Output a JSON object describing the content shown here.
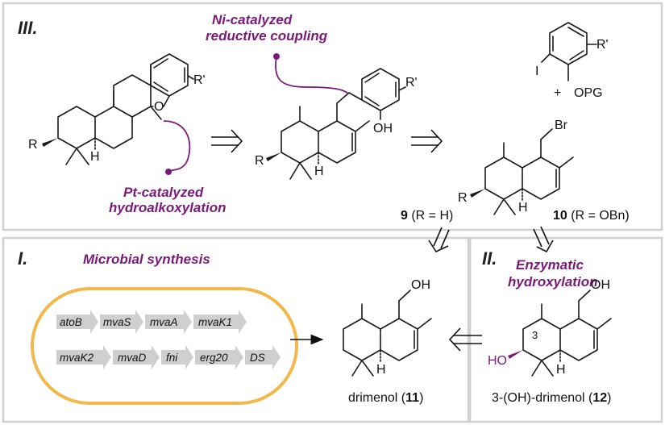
{
  "panels": {
    "p3": {
      "label": "III."
    },
    "p1": {
      "label": "I."
    },
    "p2": {
      "label": "II."
    }
  },
  "annotations": {
    "ni_line1": "Ni-catalyzed",
    "ni_line2": "reductive coupling",
    "pt_line1": "Pt-catalyzed",
    "pt_line2": "hydroalkoxylation",
    "microbial": "Microbial synthesis",
    "enz_line1": "Enzymatic",
    "enz_line2": "hydroxylation"
  },
  "atoms": {
    "r": "R",
    "h": "H",
    "o": "O",
    "rprime": "R'",
    "oh": "OH",
    "br": "Br",
    "i": "I",
    "plus": "+",
    "opg": "OPG",
    "ho": "HO",
    "c3": "3"
  },
  "captions": {
    "c9_num": "9",
    "c9_rest": " (R = H)",
    "c10_num": "10",
    "c10_rest": " (R = OBn)",
    "drimenol_name": "drimenol (",
    "drimenol_num": "11",
    "drimenol_close": ")",
    "oh_drimenol_name": "3-(OH)-drimenol (",
    "oh_drimenol_num": "12",
    "oh_drimenol_close": ")"
  },
  "genes": {
    "row1": [
      "atoB",
      "mvaS",
      "mvaA",
      "mvaK1"
    ],
    "row2": [
      "mvaK2",
      "mvaD",
      "fni",
      "erg20",
      "DS"
    ]
  },
  "colors": {
    "accent_purple": "#7b1a7b",
    "pathway_border": "#f2b84b",
    "gene_arrow": "#cfcfcf",
    "panel_border": "#d0d0d0"
  }
}
